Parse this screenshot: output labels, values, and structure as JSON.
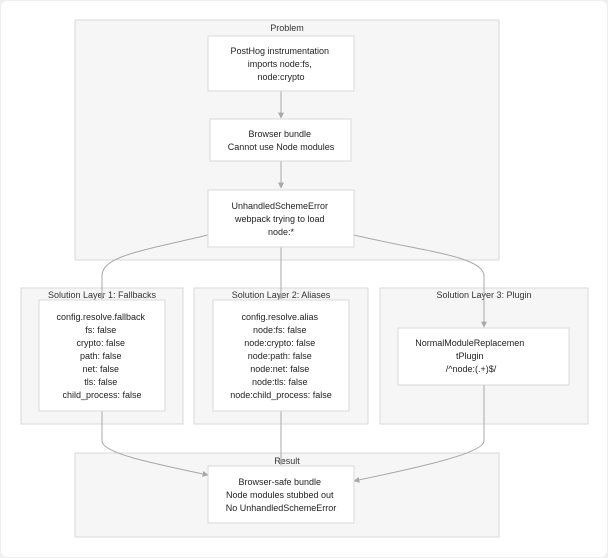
{
  "clusters": {
    "problem": "Problem",
    "layer1": "Solution Layer 1: Fallbacks",
    "layer2": "Solution Layer 2: Aliases",
    "layer3": "Solution Layer 3: Plugin",
    "result": "Result"
  },
  "nodes": {
    "posthog": [
      "PostHog instrumentation",
      "imports node:fs,",
      "node:crypto"
    ],
    "browser": [
      "Browser bundle",
      "Cannot use Node modules"
    ],
    "error": [
      "UnhandledSchemeError",
      "webpack trying to load",
      "node:*"
    ],
    "fallback": [
      "config.resolve.fallback",
      "fs: false",
      "crypto: false",
      "path: false",
      "net: false",
      "tls: false",
      "child_process: false"
    ],
    "alias": [
      "config.resolve.alias",
      "node:fs: false",
      "node:crypto: false",
      "node:path: false",
      "node:net: false",
      "node:tls: false",
      "node:child_process: false"
    ],
    "plugin": [
      "NormalModuleReplacemen",
      "tPlugin",
      "/^node:(.+)$/"
    ],
    "safe": [
      "Browser-safe bundle",
      "Node modules stubbed out",
      "No UnhandledSchemeError"
    ]
  },
  "colors": {
    "background": "#ffffff",
    "cluster_fill": "#f6f6f6",
    "border": "#d9d9d9",
    "edge": "#a8a8a8",
    "text": "#222222"
  }
}
